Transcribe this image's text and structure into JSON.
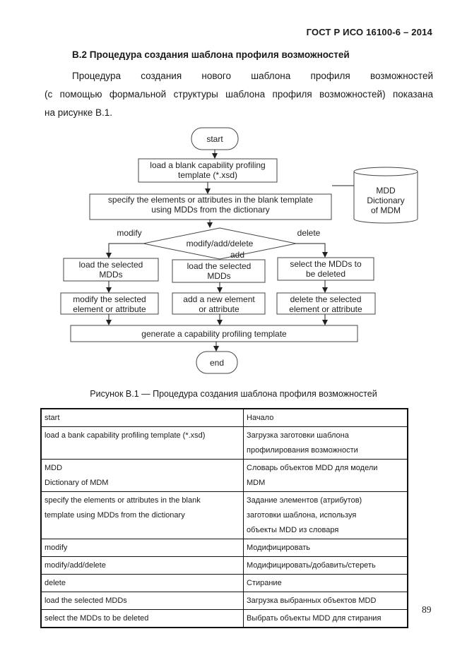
{
  "header": {
    "doc_id": "ГОСТ Р ИСО 16100-6 – 2014"
  },
  "section": {
    "title": "B.2  Процедура создания шаблона профиля возможностей"
  },
  "paragraph": {
    "line1_words": [
      "Процедура",
      "создания",
      "нового",
      "шаблона",
      "профиля",
      "возможностей"
    ],
    "line2": "(с помощью формальной структуры шаблона профиля возможностей) показана",
    "line3": "на рисунке B.1."
  },
  "flowchart": {
    "start": "start",
    "load_blank_1": "load a blank capability profiling",
    "load_blank_2": "template (*.xsd)",
    "mdd_1": "MDD",
    "mdd_2": "Dictionary",
    "mdd_3": "of MDM",
    "specify_1": "specify the elements or attributes in the blank template",
    "specify_2": "using MDDs from the dictionary",
    "decision": "modify/add/delete",
    "branch_modify": "modify",
    "branch_add": "add",
    "branch_delete": "delete",
    "load_sel_left_1": "load the selected",
    "load_sel_left_2": "MDDs",
    "load_sel_mid_1": "load the selected",
    "load_sel_mid_2": "MDDs",
    "select_del_1": "select the MDDs to",
    "select_del_2": "be deleted",
    "modify_sel_1": "modify the selected",
    "modify_sel_2": "element or attribute",
    "add_new_1": "add a new element",
    "add_new_2": "or attribute",
    "delete_sel_1": "delete the selected",
    "delete_sel_2": "element or attribute",
    "generate": "generate a capability profiling template",
    "end": "end"
  },
  "caption": "Рисунок B.1 — Процедура создания шаблона профиля возможностей",
  "glossary": [
    {
      "en": [
        "start"
      ],
      "ru": [
        "Начало"
      ]
    },
    {
      "en": [
        "load a bank capability profiling template (*.xsd)"
      ],
      "ru": [
        "Загрузка заготовки шаблона",
        "профилирования возможности"
      ]
    },
    {
      "en": [
        "MDD",
        "Dictionary of MDM"
      ],
      "ru": [
        "Словарь объектов MDD для модели",
        "MDM"
      ]
    },
    {
      "en": [
        "specify the elements or attributes in the blank",
        "template using MDDs from the dictionary"
      ],
      "ru": [
        "Задание элементов (атрибутов)",
        "заготовки шаблона, используя",
        "объекты MDD из словаря"
      ]
    },
    {
      "en": [
        "modify"
      ],
      "ru": [
        "Модифицировать"
      ]
    },
    {
      "en": [
        "modify/add/delete"
      ],
      "ru": [
        "Модифицировать/добавить/стереть"
      ]
    },
    {
      "en": [
        "delete"
      ],
      "ru": [
        "Стирание"
      ]
    },
    {
      "en": [
        "load the selected MDDs"
      ],
      "ru": [
        "Загрузка выбранных объектов MDD"
      ]
    },
    {
      "en": [
        "select the MDDs to be deleted"
      ],
      "ru": [
        "Выбрать объекты MDD для стирания"
      ]
    }
  ],
  "page_number": "89"
}
